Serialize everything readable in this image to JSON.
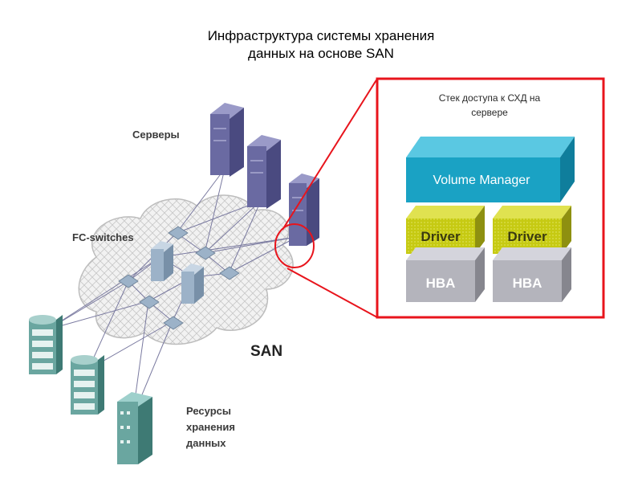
{
  "title": {
    "line1": "Инфраструктура системы хранения",
    "line2": "данных на основе SAN"
  },
  "labels": {
    "servers": "Серверы",
    "fc_switches": "FC-switches",
    "san": "SAN",
    "storage_line1": "Ресурсы",
    "storage_line2": "хранения",
    "storage_line3": "данных"
  },
  "stack": {
    "title_line1": "Стек доступа к СХД на",
    "title_line2": "сервере",
    "volume_manager": "Volume Manager",
    "driver_left": "Driver",
    "driver_right": "Driver",
    "hba_left": "HBA",
    "hba_right": "HBA"
  },
  "colors": {
    "highlight": "#e8141c",
    "volume_manager": "#1aa2c4",
    "driver": "#c8cc10",
    "hba": "#b4b4bc",
    "server": "#6a6aa2",
    "storage": "#6aa6a0",
    "switch": "#9cb2c8"
  }
}
